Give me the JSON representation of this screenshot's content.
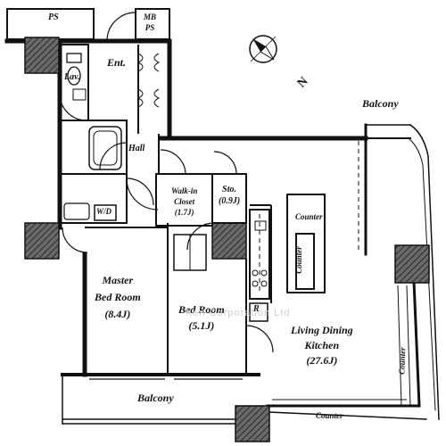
{
  "labels": {
    "ps": "PS",
    "mb_ps": "MB\nPS",
    "entrance": "Ent.",
    "lavatory": "Lav.",
    "hall": "Hall",
    "walk_in_closet": "Walk-in\nCloset\n(1.7J)",
    "storage": "Sto.\n(0.9J)",
    "wd": "W/D",
    "master_bedroom": "Master\nBed Room\n(8.4J)",
    "bedroom": "Bed Room\n(5.1J)",
    "refrigerator": "R",
    "ldk": "Living Dining\nKitchen\n(27.6J)",
    "balcony_top": "Balcony",
    "balcony_bottom": "Balcony",
    "counter_kitchen": "Counter",
    "counter_island": "Counter",
    "counter_right": "Counter",
    "counter_bottom": "Counter",
    "compass_north": "N",
    "watermark": "Ken Corporation Ltd"
  },
  "colors": {
    "wall": "#1a1a1a",
    "column": "#555555",
    "line": "#111111",
    "watermark": "#cfcfcf"
  }
}
